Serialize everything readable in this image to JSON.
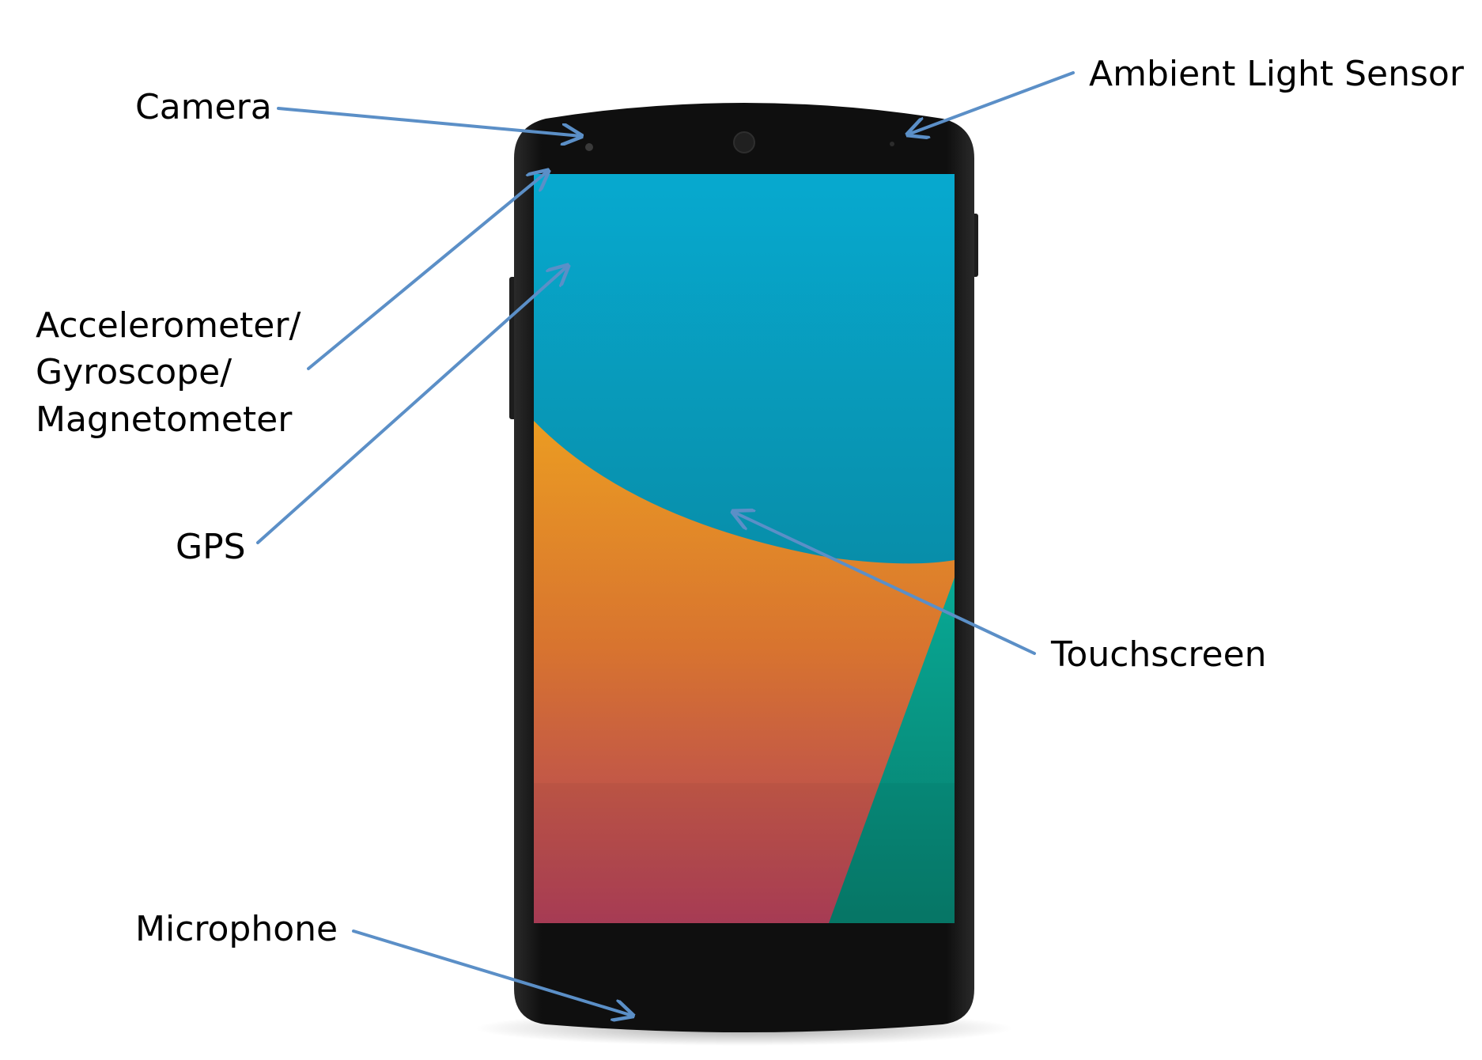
{
  "labels": {
    "camera": "Camera",
    "ambient_light_sensor": "Ambient Light Sensor",
    "accelerometer": [
      "Accelerometer/",
      "Gyroscope/",
      "Magnetometer"
    ],
    "gps": "GPS",
    "touchscreen": "Touchscreen",
    "microphone": "Microphone"
  },
  "colors": {
    "arrow": "#5b8fc7",
    "phone_body": "#161616",
    "screen_top": "#07a5c8",
    "screen_mid": "#0c7f92",
    "screen_orange": "#e8952a",
    "screen_red": "#b13d5a",
    "screen_green": "#0a9a84"
  }
}
